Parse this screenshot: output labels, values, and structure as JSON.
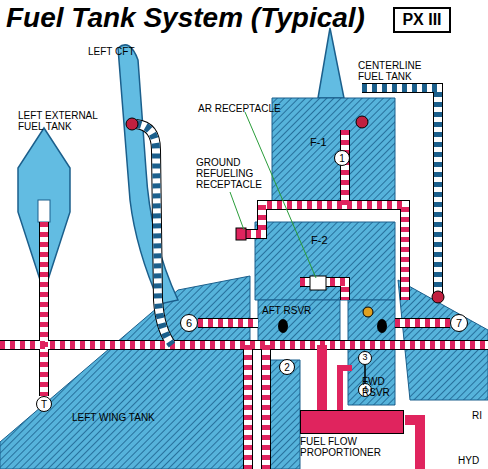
{
  "diagram": {
    "title": "Fuel Tank System (Typical)",
    "nodes": [
      {
        "text": [
          "PX III"
        ]
      },
      {
        "text": [
          "F-1"
        ]
      },
      {
        "text": [
          "1"
        ],
        "in": 1
      },
      {
        "text": [
          "F-2"
        ]
      },
      {
        "text": [
          "6"
        ]
      },
      {
        "text": [
          "7"
        ]
      },
      {
        "text": [
          "3"
        ]
      },
      {
        "text": [
          "2"
        ]
      },
      {
        "text": [
          "4"
        ]
      },
      {
        "text": [
          "T"
        ]
      },
      {
        "text": [
          "FUEL FLOW PROPORTIONER"
        ]
      }
    ],
    "edges": [
      {
        "from": 6,
        "to": 8,
        "arrow": "none"
      }
    ],
    "labels": [
      "LEFT CFT",
      "CENTERLINE FUEL TANK",
      "LEFT EXTERNAL FUEL TANK",
      "AR RECEPTACLE",
      "GROUND REFUELING RECEPTACLE",
      "AFT RSVR",
      "FWD RSVR",
      "LEFT WING TANK",
      "HYD",
      "RI"
    ]
  }
}
